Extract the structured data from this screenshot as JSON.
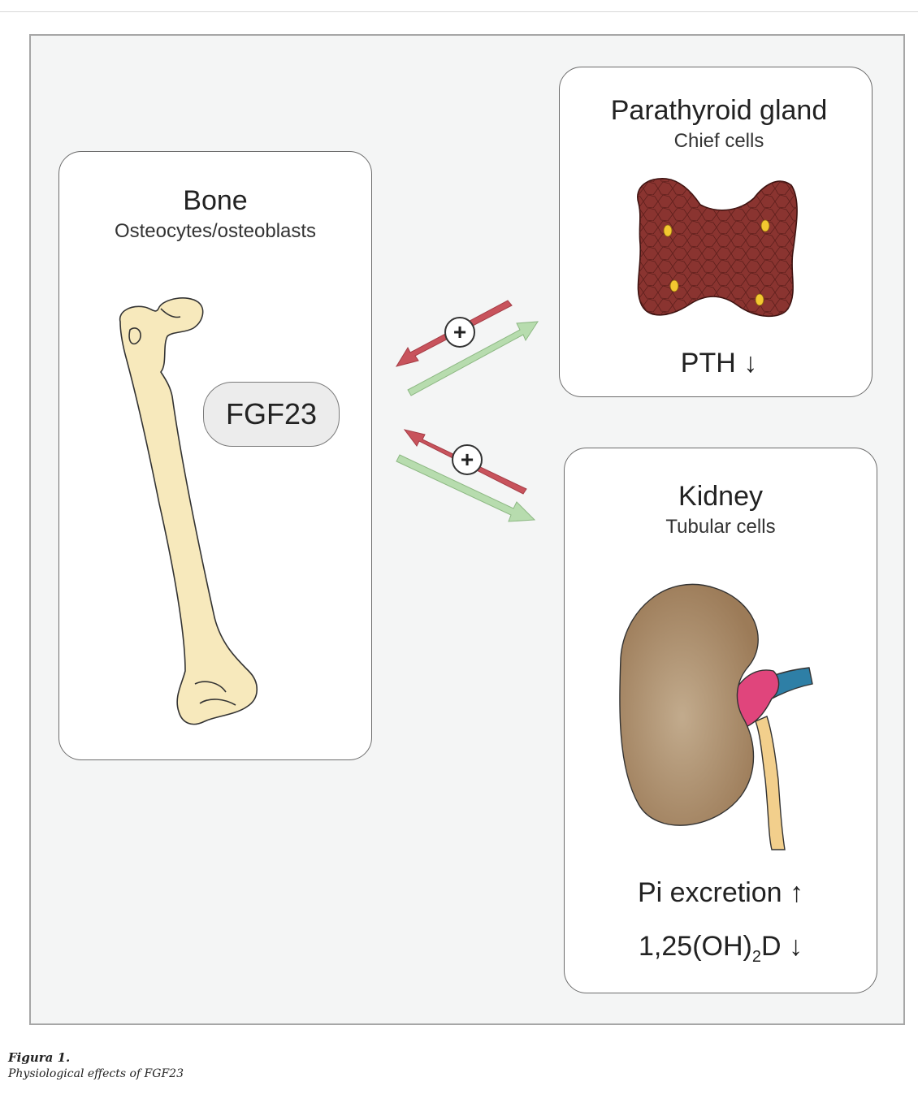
{
  "figure": {
    "bone": {
      "title": "Bone",
      "subtitle": "Osteocytes/osteoblasts",
      "hormone": "FGF23"
    },
    "parathyroid": {
      "title": "Parathyroid gland",
      "subtitle": "Chief cells",
      "effect": "PTH ↓"
    },
    "kidney": {
      "title": "Kidney",
      "subtitle": "Tubular cells",
      "effect_pi": "Pi excretion ↑",
      "effect_vitd_prefix": "1,25(OH)",
      "effect_vitd_sub": "2",
      "effect_vitd_suffix": "D ↓"
    },
    "feedback_symbol": "+",
    "colors": {
      "feedback_arrow": "#c8535c",
      "effect_arrow": "#b7dcae",
      "bone": "#f7e9bc",
      "parathyroid": "#8a3430",
      "kidney": "#a2825f",
      "artery": "#e0457c",
      "vein": "#2e7fa6",
      "ureter": "#f2cf8c"
    }
  },
  "caption": {
    "label": "Figura 1.",
    "text": "Physiological effects of FGF23"
  }
}
